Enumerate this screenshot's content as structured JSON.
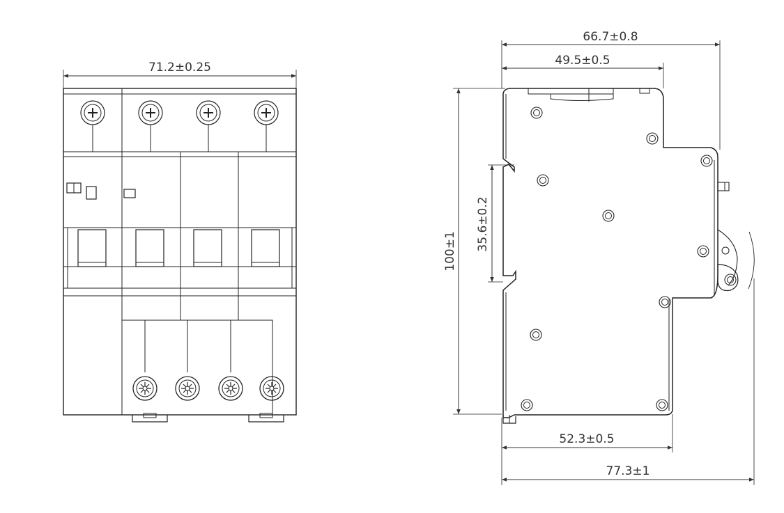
{
  "colors": {
    "line": "#222222",
    "body_fill": "#ededed",
    "text": "#333333",
    "background": "#ffffff"
  },
  "front_view": {
    "overall_width": "71.2±0.25"
  },
  "side_view": {
    "top_width": "66.7±0.8",
    "upper_width": "49.5±0.5",
    "height": "100±1",
    "rail_height": "35.6±0.2",
    "lower_width": "52.3±0.5",
    "overall_width": "77.3±1"
  }
}
